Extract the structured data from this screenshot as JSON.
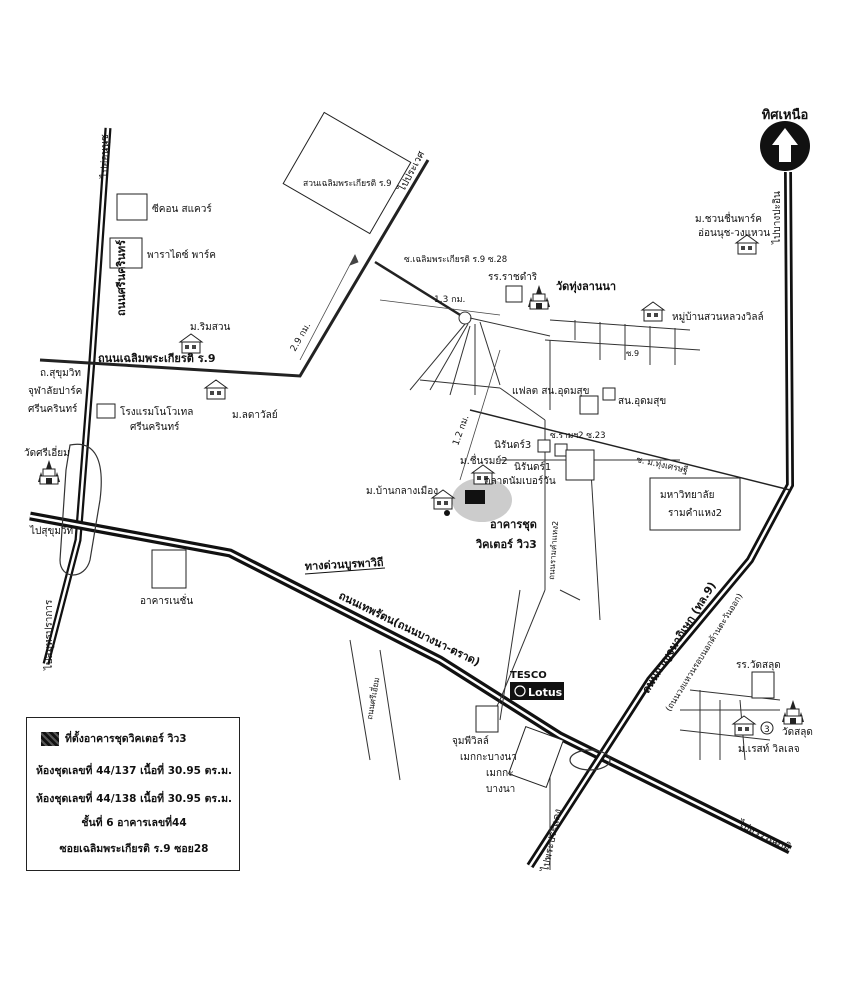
{
  "north": {
    "label": "ทิศเหนือ",
    "icon": "north-arrow-icon"
  },
  "labels": {
    "to_onnut": "ไปอ่อนนุช",
    "srinakarin_road": "ถนนศรีนครินทร์",
    "seacon_square": "ซีคอน สแควร์",
    "paradise_park": "พาราไดซ์ พาร์ค",
    "rama9_park": "สวนเฉลิมพระเกียรติ ร.9",
    "to_prawet": "ไปประเวศ",
    "soi_chalerm_28": "ซ.เฉลิมพระเกียรติ ร.9 ซ.28",
    "dist_13": "1.3 กม.",
    "dist_29": "2.9 กม.",
    "dist_12": "1.2 กม.",
    "rimsuan": "ม.ริมสวน",
    "chalerm_road": "ถนนเฉลิมพระเกียรติ ร.9",
    "sukhumvit_top": "ถ.สุขุมวิท",
    "chulalong_park": "จุฬาลัยปาร์ค",
    "srinakarin_park": "ศรีนครินทร์",
    "novotel": "โรงแรมโนโวเทล",
    "novotel_sub": "ศรีนครินทร์",
    "ladawan": "ม.ลดาวัลย์",
    "wat_sri_iam": "วัดศรีเอี่ยม",
    "to_sukhumvit": "ไปสุขุมวิท",
    "burapha_exp": "ทางด่วนบูรพาวิถี",
    "bangna_road": "ถนนเทพรัตน(ถนนบางนา-ตราด)",
    "nation_building": "อาคารเนชั่น",
    "to_samutprakan": "ไปสมุทรปราการ",
    "rr_racha": "รร.ราชดำริ",
    "wat_thung": "วัดทุ่งลานนา",
    "suanluang_ville": "หมู่บ้านสวนหลวงวิลล์",
    "soi_mark": "ซ.9",
    "flat": "แฟลต สน.อุดมสุข",
    "sn_udom": "สน.อุดมสุข",
    "niruncorp3": "นิรันดร์3",
    "soi_ramkh2_23": "ซ.รามฯ2 ซ.23",
    "soi_thung": "ซ. ม.ทุ่งเศรษฐี",
    "cheenrom2": "ม.ชื่นรมย์2",
    "niruncorp1": "นิรันดร์1",
    "number_one": "ตลาดนัมเบอร์วัน",
    "ban_klang": "ม.บ้านกลางเมือง",
    "building_name": "อาคารชุด",
    "building_name2": "วิคเตอร์ วิว3",
    "ramkh2_u": "มหาวิทยาลัย",
    "ramkh2_u2": "รามคำแหง2",
    "ramkh2_road": "ถนนรามคำแหง2",
    "sinsuap_road": "ถนนศรีเอี่ยม",
    "chuan_park": "ม.ชวนชื่นพาร์ค",
    "onnut_wongwaen": "อ่อนนุช-วงแหวน",
    "to_bangkapi": "ไปบางปะอิน",
    "kanchana_road": "ถนนกาญจนาภิเษก (ทล.9)",
    "kanchana_sub": "(ถนนวงแหวนรอบนอกด้านตะวันออก)",
    "rr_wat_salud": "รร.วัดสลุด",
    "wat_salud": "วัดสลุด",
    "mresh": "ม.เรสท์ วิลเลจ",
    "mresh_num": "3",
    "jumpee": "จุมพีวิลล์",
    "mega_bangna": "เมกกะบางนา",
    "mega1": "เมกกะ",
    "mega2": "บางนา",
    "tesco": "TESCO",
    "lotus": "Lotus",
    "to_suvarnabhumi": "ไปสุวรรณภูมิ",
    "to_prapadaeng": "ไปพระประแดง"
  },
  "legend": {
    "location": "ที่ตั้งอาคารชุดวิคเตอร์ วิว3",
    "unit1": "ห้องชุดเลขที่ 44/137  เนื้อที่ 30.95 ตร.ม.",
    "unit2": "ห้องชุดเลขที่ 44/138  เนื้อที่ 30.95 ตร.ม.",
    "floor": "ชั้นที่ 6  อาคารเลขที่44",
    "soi": "ซอยเฉลิมพระเกียรติ ร.9 ซอย28"
  }
}
